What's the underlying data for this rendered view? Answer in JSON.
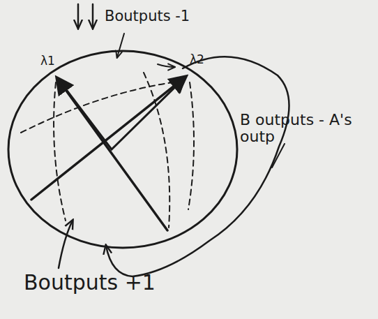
{
  "diagram": {
    "labels": [
      "Boutputs -1",
      "λ1",
      "λ2",
      "B outputs - A's outp",
      "Boutputs +1"
    ]
  }
}
